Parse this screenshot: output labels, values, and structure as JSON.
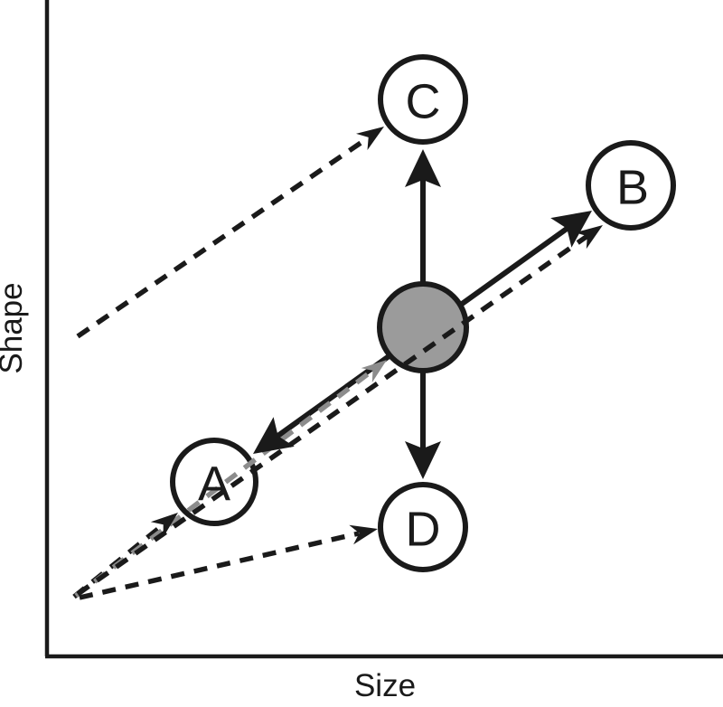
{
  "axes": {
    "x_label": "Size",
    "y_label": "Shape"
  },
  "nodes": {
    "a": "A",
    "b": "B",
    "c": "C",
    "d": "D",
    "start": ""
  },
  "connections": [
    {
      "from": "start",
      "to": "C",
      "style": "solid",
      "color": "black",
      "direction": "outward"
    },
    {
      "from": "start",
      "to": "D",
      "style": "solid",
      "color": "black",
      "direction": "outward"
    },
    {
      "from": "start",
      "to": "A",
      "style": "solid",
      "color": "black",
      "direction": "outward"
    },
    {
      "from": "start",
      "to": "B",
      "style": "solid",
      "color": "black",
      "direction": "outward"
    },
    {
      "from": "lower-left",
      "to": "C",
      "style": "dashed",
      "color": "black",
      "direction": "outward"
    },
    {
      "from": "lower-left-origin",
      "to": "A",
      "style": "dashed",
      "color": "black",
      "direction": "outward"
    },
    {
      "from": "lower-left-origin",
      "to": "start",
      "style": "dashed",
      "color": "gray",
      "direction": "outward"
    },
    {
      "from": "lower-left-origin",
      "to": "B",
      "style": "dashed",
      "color": "black",
      "direction": "outward"
    },
    {
      "from": "lower-left-origin",
      "to": "D",
      "style": "dashed",
      "color": "black",
      "direction": "outward"
    }
  ],
  "colors": {
    "ink": "#1a1a1a",
    "node_fill": "#ffffff",
    "start_fill": "#9b9b9b",
    "gray_line": "#8c8c8c",
    "background": "#ffffff"
  }
}
